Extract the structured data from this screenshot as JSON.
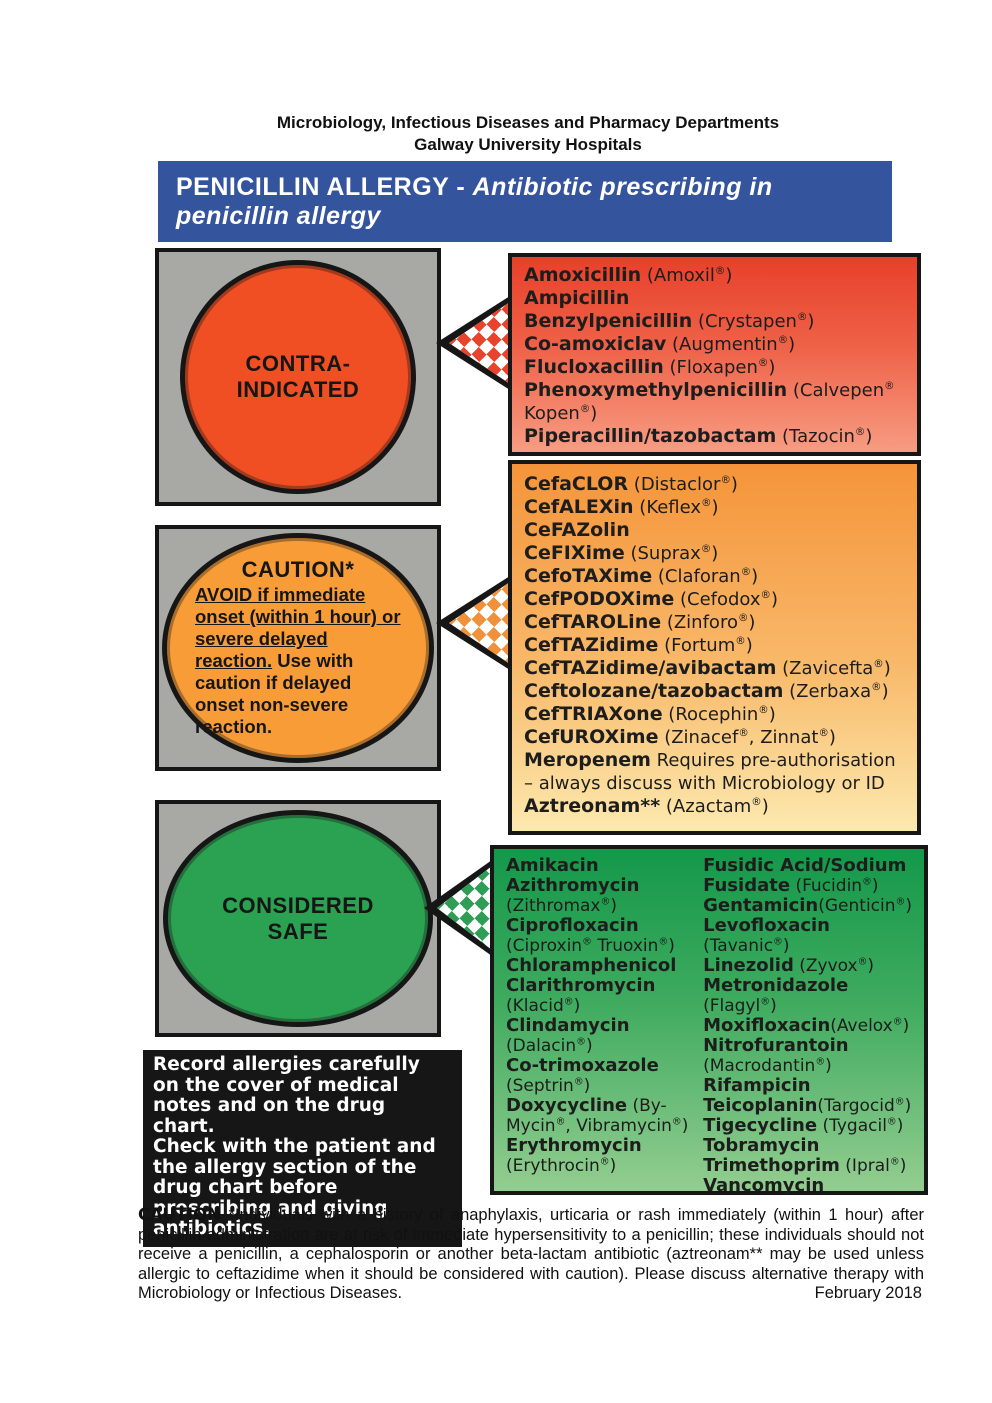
{
  "header": {
    "dept_line1": "Microbiology, Infectious Diseases and Pharmacy Departments",
    "dept_line2": "Galway University Hospitals"
  },
  "banner": {
    "title_main": "PENICILLIN ALLERGY - ",
    "title_italic": "Antibiotic prescribing in penicillin allergy",
    "bg_color": "#35549E"
  },
  "sections": {
    "contraindicated": {
      "label_line1": "CONTRA-",
      "label_line2": "INDICATED",
      "circle_color": "#F04E23",
      "items": [
        {
          "name": "Amoxicillin",
          "detail": " (Amoxil®)"
        },
        {
          "name": "Ampicillin",
          "detail": ""
        },
        {
          "name": "Benzylpenicillin",
          "detail": " (Crystapen®)"
        },
        {
          "name": "Co-amoxiclav",
          "detail": " (Augmentin®)"
        },
        {
          "name": "Flucloxacillin",
          "detail": " (Floxapen®)"
        },
        {
          "name": "Phenoxymethylpenicillin",
          "detail": " (Calvepen® Kopen®)"
        },
        {
          "name": "Piperacillin/tazobactam",
          "detail": " (Tazocin®)"
        }
      ]
    },
    "caution": {
      "label": "CAUTION*",
      "avoid_text": "AVOID if immediate onset (within 1 hour) or severe delayed reaction.",
      "use_text": "Use with caution if delayed onset non-severe reaction.",
      "circle_color": "#F89C38",
      "items": [
        {
          "name": "CefaCLOR",
          "detail": " (Distaclor®)"
        },
        {
          "name": "CefALEXin",
          "detail": " (Keflex®)"
        },
        {
          "name": "CeFAZolin",
          "detail": ""
        },
        {
          "name": "CeFIXime",
          "detail": " (Suprax®)"
        },
        {
          "name": "CefoTAXime",
          "detail": " (Claforan®)"
        },
        {
          "name": "CefPODOXime",
          "detail": " (Cefodox®)"
        },
        {
          "name": "CefTAROLine",
          "detail": " (Zinforo®)"
        },
        {
          "name": "CefTAZidime",
          "detail": " (Fortum®)"
        },
        {
          "name": "CefTAZidime/avibactam",
          "detail": " (Zavicefta®)"
        },
        {
          "name": "Ceftolozane/tazobactam",
          "detail": " (Zerbaxa®)"
        },
        {
          "name": "CefTRIAXone",
          "detail": " (Rocephin®)"
        },
        {
          "name": "CefUROXime",
          "detail": " (Zinacef®, Zinnat®)"
        },
        {
          "name": "Meropenem",
          "detail": " Requires pre-authorisation – always discuss with Microbiology or ID"
        },
        {
          "name": "Aztreonam**",
          "detail": " (Azactam®)"
        }
      ]
    },
    "safe": {
      "label_line1": "CONSIDERED",
      "label_line2": "SAFE",
      "circle_color": "#2BA152",
      "items_left": [
        {
          "name": "Amikacin",
          "detail": ""
        },
        {
          "name": "Azithromycin",
          "detail": " (Zithromax®)"
        },
        {
          "name": "Ciprofloxacin",
          "detail": " (Ciproxin® Truoxin®)"
        },
        {
          "name": "Chloramphenicol",
          "detail": ""
        },
        {
          "name": "Clarithromycin",
          "detail": " (Klacid®)"
        },
        {
          "name": "Clindamycin",
          "detail": " (Dalacin®)"
        },
        {
          "name": "Co-trimoxazole",
          "detail": " (Septrin®)"
        },
        {
          "name": "Doxycycline",
          "detail": " (By-Mycin®, Vibramycin®)"
        },
        {
          "name": "Erythromycin",
          "detail": " (Erythrocin®)"
        }
      ],
      "items_right": [
        {
          "name": "Fusidic Acid/Sodium Fusidate",
          "detail": " (Fucidin®)"
        },
        {
          "name": "Gentamicin",
          "detail": "(Genticin®)"
        },
        {
          "name": "Levofloxacin",
          "detail": " (Tavanic®)"
        },
        {
          "name": "Linezolid",
          "detail": " (Zyvox®)"
        },
        {
          "name": "Metronidazole",
          "detail": " (Flagyl®)"
        },
        {
          "name": "Moxifloxacin",
          "detail": "(Avelox®)"
        },
        {
          "name": "Nitrofurantoin",
          "detail": " (Macrodantin®)"
        },
        {
          "name": "Rifampicin",
          "detail": ""
        },
        {
          "name": "Teicoplanin",
          "detail": "(Targocid®)"
        },
        {
          "name": "Tigecycline",
          "detail": " (Tygacil®)"
        },
        {
          "name": "Tobramycin",
          "detail": ""
        },
        {
          "name": "Trimethoprim",
          "detail": " (Ipral®)"
        },
        {
          "name": "Vancomycin",
          "detail": ""
        }
      ]
    }
  },
  "notice_box": {
    "line1": "Record allergies carefully on the cover of medical notes and on the drug chart.",
    "line2": "Check with the patient and the allergy section of the drug chart before prescribing and giving antibiotics."
  },
  "footer": {
    "label": "CAUTION",
    "text": " *Individuals with a history of anaphylaxis, urticaria or rash immediately (within 1 hour) after penicillin administration are at risk of immediate hypersensitivity to a penicillin; these individuals should not receive a penicillin, a cephalosporin or another beta-lactam antibiotic (aztreonam** may be used unless allergic to ceftazidime when it should be considered with caution). Please discuss alternative therapy with Microbiology or Infectious Diseases.",
    "date": "February 2018"
  }
}
